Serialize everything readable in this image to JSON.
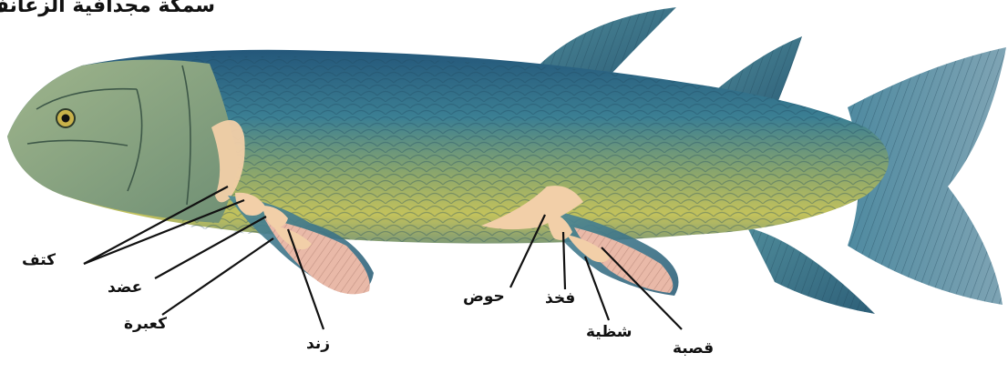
{
  "title": "سمكة مجدافية الزعانف",
  "labels": {
    "shoulder": "كتف",
    "upper_arm": "عضد",
    "radius": "كعبرة",
    "ulna": "زند",
    "pelvis": "حوض",
    "femur": "فخذ",
    "fibula": "شظية",
    "tibia": "قصبة"
  },
  "colors": {
    "body_dark": "#2f6d8c",
    "body_light": "#b9c25a",
    "bone": "#f2cfa8",
    "leader_line": "#111111"
  }
}
